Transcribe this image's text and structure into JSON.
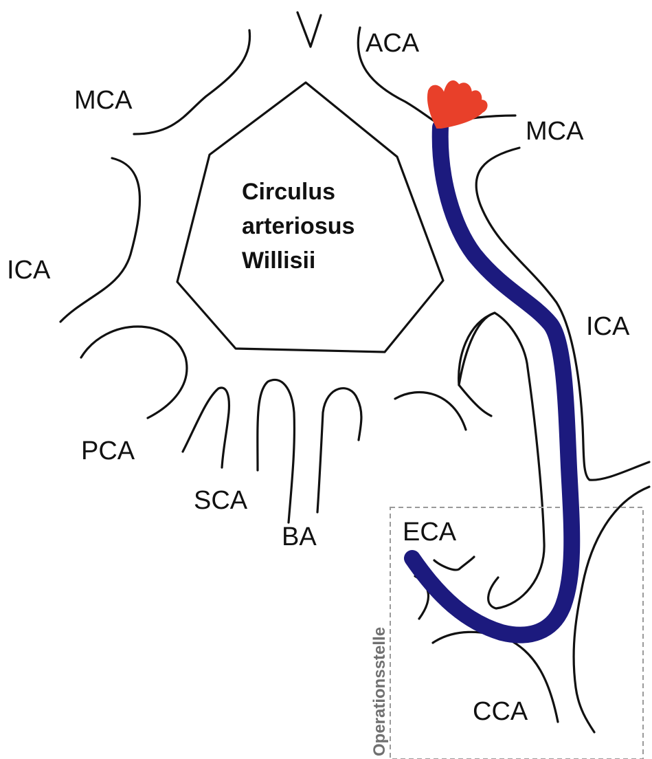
{
  "title_lines": [
    "Circulus",
    "arteriosus",
    "Willisii"
  ],
  "labels": {
    "mca_left": "MCA",
    "mca_right": "MCA",
    "aca": "ACA",
    "ica_left": "ICA",
    "ica_right": "ICA",
    "pca": "PCA",
    "sca": "SCA",
    "ba": "BA",
    "eca": "ECA",
    "cca": "CCA",
    "operation_site": "Operationsstelle"
  },
  "colors": {
    "vessel_outline": "#111111",
    "catheter": "#1c1a7e",
    "clot": "#e8402a",
    "operation_box": "#9a9a9a",
    "operation_label": "#707070"
  }
}
